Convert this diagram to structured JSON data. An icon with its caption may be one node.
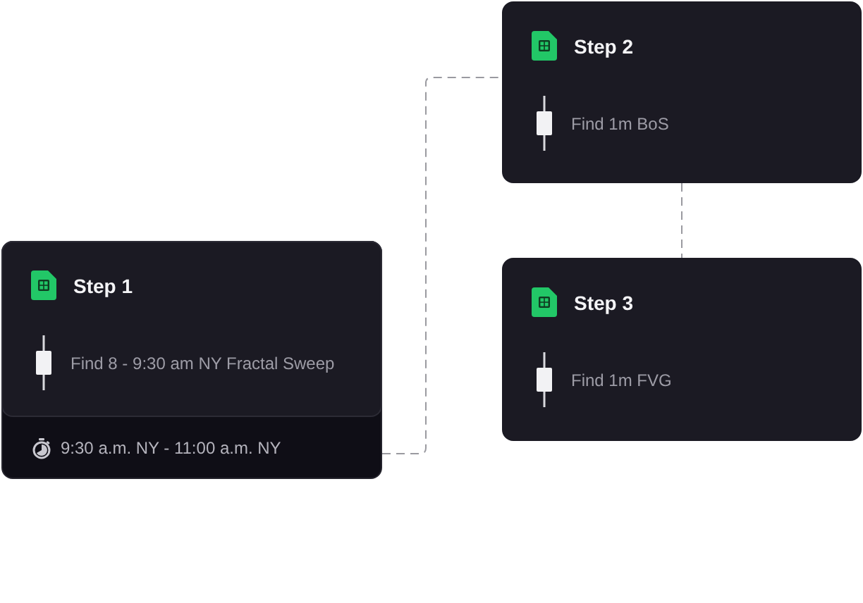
{
  "diagram": {
    "nodes": [
      {
        "text": [
          "9:30 a.m. NY - 11:00 a.m. NY"
        ]
      },
      {
        "text": [
          "Step 1",
          "Find 8 - 9:30 am NY Fractal Sweep"
        ],
        "in": 0
      },
      {
        "text": [
          "Step 2",
          "Find 1m BoS"
        ]
      },
      {
        "text": [
          "Step 3",
          "Find 1m FVG"
        ]
      }
    ],
    "edges": [
      {
        "from": 0,
        "to": 2,
        "arrow": "none",
        "style": "dashed"
      },
      {
        "from": 2,
        "to": 3,
        "arrow": "none",
        "style": "dashed"
      }
    ]
  }
}
